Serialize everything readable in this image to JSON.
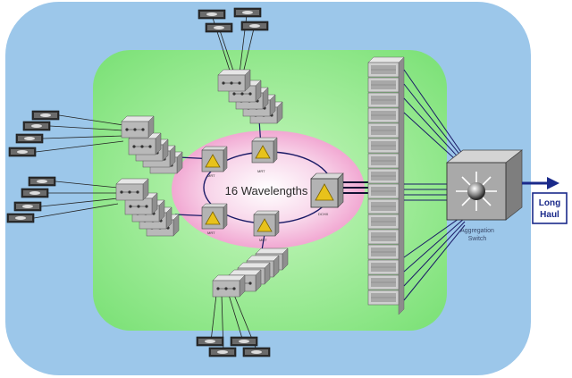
{
  "ring": {
    "label": "16 Wavelengths"
  },
  "hub_switch": {
    "label": "DCHX"
  },
  "ring_nodes": {
    "label": "MRT"
  },
  "aggregation_switch": {
    "line1": "Aggregation",
    "line2": "Switch"
  },
  "long_haul": {
    "line1": "Long",
    "line2": "Haul"
  },
  "colors": {
    "outer_area": "#9cc7ea",
    "metro_area": "#8ee88a",
    "ring_area": "#f2a8d2",
    "device": "#b7b7b7",
    "warning_icon": "#e8c21b",
    "link": "#1a1a66"
  }
}
